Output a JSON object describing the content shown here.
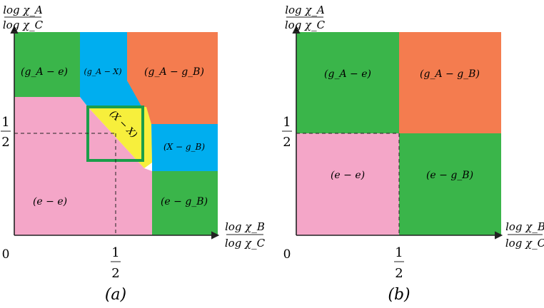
{
  "colors": {
    "green": "#3AB54A",
    "blue": "#00AEEF",
    "orange": "#F47C4F",
    "pink": "#F4A6C8",
    "yellow": "#F7EF3C",
    "highlight_box": "#1A9E4A",
    "axis": "#222222"
  },
  "panel_a": {
    "caption": "(a)",
    "y_axis_label": {
      "num": "log χ_A",
      "den": "log χ_C"
    },
    "x_axis_label": {
      "num": "log χ_B",
      "den": "log χ_C"
    },
    "origin": "0",
    "half_x": {
      "num": "1",
      "den": "2"
    },
    "half_y": {
      "num": "1",
      "den": "2"
    },
    "regions": {
      "gA_e": "(g_A − e)",
      "gA_X": "(g_A − X)",
      "gA_gB": "(g_A − g_B)",
      "X_X": "(X − X)",
      "X_gB": "(X − g_B)",
      "e_e": "(e − e)",
      "e_gB": "(e − g_B)"
    }
  },
  "panel_b": {
    "caption": "(b)",
    "y_axis_label": {
      "num": "log χ_A",
      "den": "log χ_C"
    },
    "x_axis_label": {
      "num": "log χ_B",
      "den": "log χ_C"
    },
    "origin": "0",
    "half_x": {
      "num": "1",
      "den": "2"
    },
    "half_y": {
      "num": "1",
      "den": "2"
    },
    "regions": {
      "gA_e": "(g_A − e)",
      "gA_gB": "(g_A − g_B)",
      "e_e": "(e − e)",
      "e_gB": "(e − g_B)"
    }
  }
}
